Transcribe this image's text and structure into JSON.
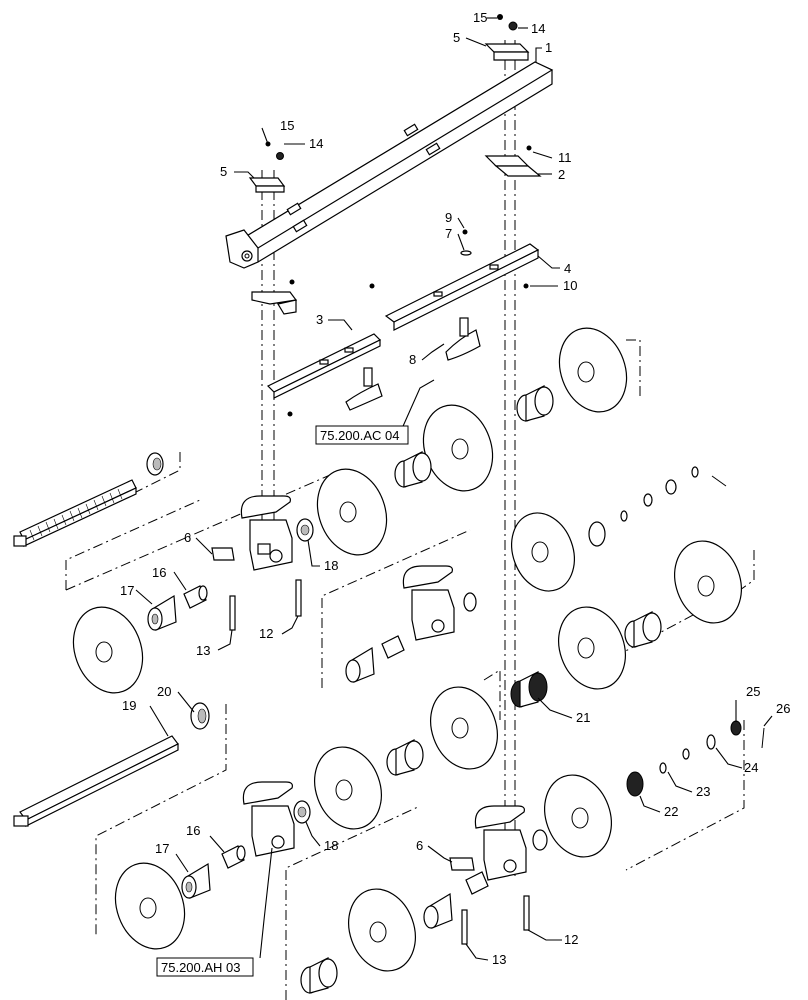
{
  "callouts": [
    {
      "n": "15"
    },
    {
      "n": "14"
    },
    {
      "n": "5"
    },
    {
      "n": "1"
    },
    {
      "n": "15"
    },
    {
      "n": "14"
    },
    {
      "n": "5"
    },
    {
      "n": "11"
    },
    {
      "n": "2"
    },
    {
      "n": "9"
    },
    {
      "n": "7"
    },
    {
      "n": "4"
    },
    {
      "n": "10"
    },
    {
      "n": "3"
    },
    {
      "n": "8"
    },
    {
      "n": "6"
    },
    {
      "n": "18"
    },
    {
      "n": "16"
    },
    {
      "n": "17"
    },
    {
      "n": "12"
    },
    {
      "n": "13"
    },
    {
      "n": "21"
    },
    {
      "n": "20"
    },
    {
      "n": "19"
    },
    {
      "n": "25"
    },
    {
      "n": "26"
    },
    {
      "n": "24"
    },
    {
      "n": "23"
    },
    {
      "n": "22"
    },
    {
      "n": "16"
    },
    {
      "n": "18"
    },
    {
      "n": "17"
    },
    {
      "n": "6"
    },
    {
      "n": "12"
    },
    {
      "n": "13"
    }
  ],
  "references": [
    {
      "text": "75.200.AC 04"
    },
    {
      "text": "75.200.AH 03"
    }
  ]
}
